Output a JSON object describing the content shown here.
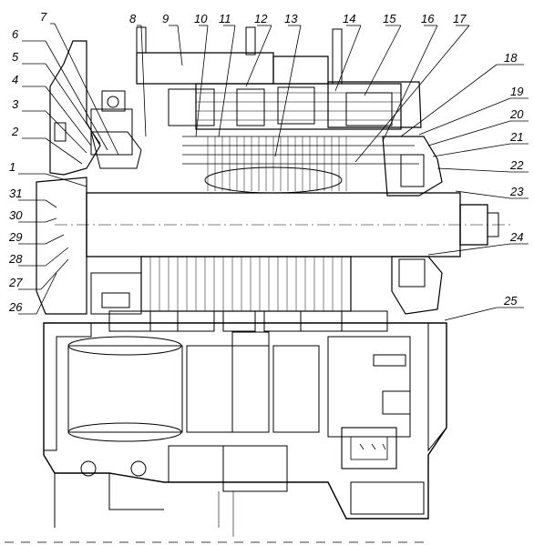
{
  "callouts": {
    "c1": "1",
    "c2": "2",
    "c3": "3",
    "c4": "4",
    "c5": "5",
    "c6": "6",
    "c7": "7",
    "c8": "8",
    "c9": "9",
    "c10": "10",
    "c11": "11",
    "c12": "12",
    "c13": "13",
    "c14": "14",
    "c15": "15",
    "c16": "16",
    "c17": "17",
    "c18": "18",
    "c19": "19",
    "c20": "20",
    "c21": "21",
    "c22": "22",
    "c23": "23",
    "c24": "24",
    "c25": "25",
    "c26": "26",
    "c27": "27",
    "c28": "28",
    "c29": "29",
    "c30": "30",
    "c31": "31"
  },
  "colors": {
    "ink": "#000000",
    "paper": "#ffffff"
  }
}
